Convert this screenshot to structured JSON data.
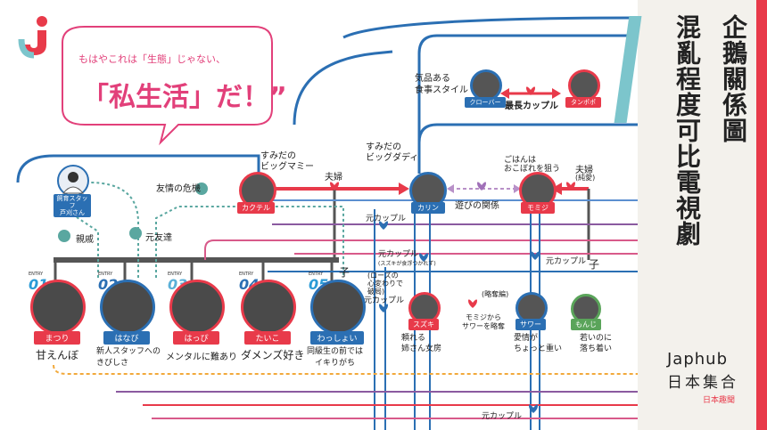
{
  "title_col1": "企鵝關係圖",
  "title_col2": "混亂程度可比電視劇",
  "brand": {
    "name": "Japhub",
    "sub": "日本集合",
    "tag": "日本趣聞"
  },
  "bubble": {
    "line1": "もはやこれは「生態」じゃない、",
    "line2": "「私生活」だ！”"
  },
  "staff": {
    "name": "飼育スタッフ\n芦刈さん"
  },
  "relations": {
    "yujou": "友情の危機",
    "shinseki": "親戚",
    "motoTomodachi": "元友達",
    "fuufu1": "夫婦",
    "fuufu2": "夫婦",
    "fuufu2_note": "(純愛)",
    "motoCouple1": "元カップル",
    "motoCouple2": "元カップル",
    "motoCouple2_note": "(スズキが食浮つかれず)",
    "motoCouple3": "元カップル",
    "motoCouple4": "元カップル",
    "motoCouple5": "元カップル",
    "asobi": "遊びの関係",
    "saichou": "最長カップル",
    "kihin": "気品ある\n食事スタイル",
    "roaze": "(ローズの\n心変わりで\n破局)",
    "momiji": "モミジから\nサワーを略奪",
    "kaijin": "(略奪編)",
    "gohan": "ごはんは\nおこぼれを狙う",
    "ko1": "子",
    "ko2": "子"
  },
  "adults": [
    {
      "name": "カクテル",
      "nick": "すみだの\nビッグマミー"
    },
    {
      "name": "カリン",
      "nick": "すみだの\nビッグダディ"
    },
    {
      "name": "モミジ",
      "nick": ""
    },
    {
      "name": "スズキ",
      "nick": "頼れる\n姉さん女房"
    },
    {
      "name": "サワー",
      "nick": "愛情が\nちょっと重い"
    },
    {
      "name": "クローバー",
      "nick": ""
    },
    {
      "name": "タンポポ",
      "nick": ""
    },
    {
      "name": "もんじ",
      "nick": "若いのに\n落ち着い"
    }
  ],
  "chicks": [
    {
      "entry": "ENTRY",
      "num": "01",
      "name": "まつり",
      "trait": "甘えんぼ",
      "color": "#2b9bd6"
    },
    {
      "entry": "ENTRY",
      "num": "02",
      "name": "はなび",
      "trait": "新人スタッフへの\nきびしさ",
      "color": "#2b6fb3"
    },
    {
      "entry": "ENTRY",
      "num": "03",
      "name": "はっぴ",
      "trait": "メンタルに難あり",
      "color": "#5bb0d8"
    },
    {
      "entry": "ENTRY",
      "num": "04",
      "name": "たいこ",
      "trait": "ダメンズ好き",
      "color": "#2b6fb3"
    },
    {
      "entry": "ENTRY",
      "num": "05",
      "name": "わっしょい",
      "trait": "同級生の前では\nイキりがち",
      "color": "#2b9bd6"
    }
  ],
  "colors": {
    "red": "#e83a4a",
    "blue": "#2b6fb3",
    "teal": "#7cc5cc",
    "purple": "#8a5aa0",
    "pink": "#d85a8a"
  }
}
